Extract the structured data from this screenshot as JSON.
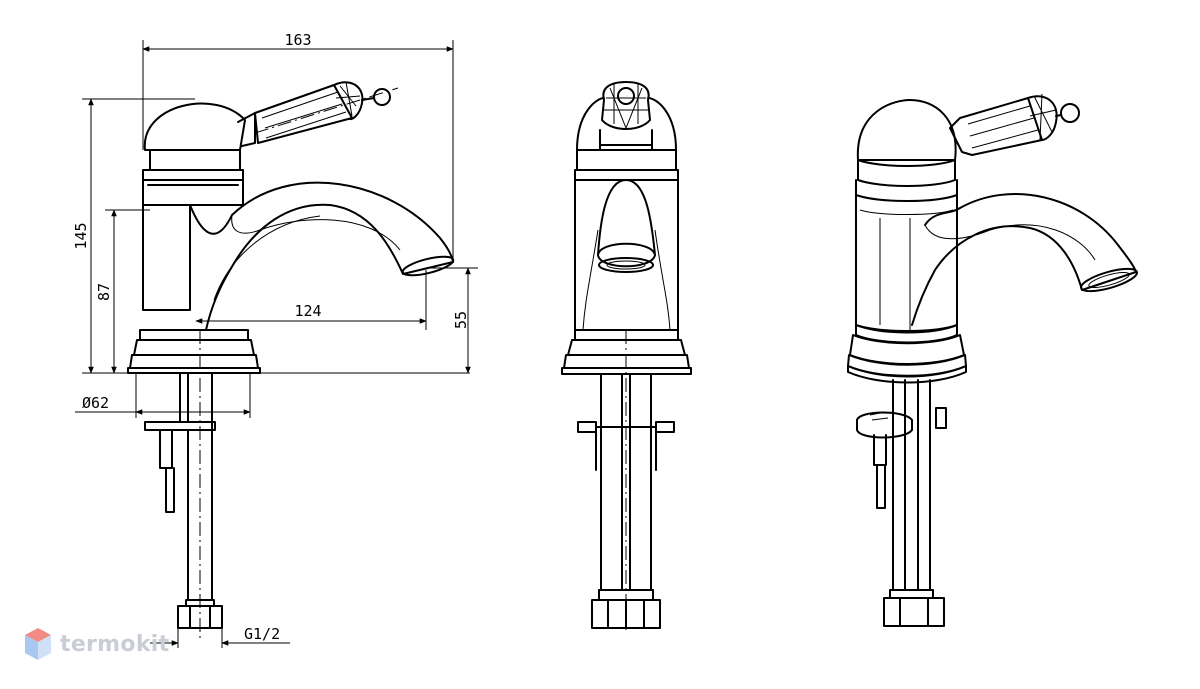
{
  "dimensions": {
    "overall_length": "163",
    "overall_height": "145",
    "spout_height": "87",
    "spout_reach": "124",
    "outlet_height": "55",
    "base_diameter": "Ø62",
    "connection_thread": "G1/2"
  },
  "views": [
    "side-view",
    "front-view",
    "perspective-view"
  ],
  "watermark": {
    "text": "termokit"
  },
  "colors": {
    "line": "#000000",
    "logo_text": "#c9cdd6",
    "logo_top": "#f28b82",
    "logo_side": "#a8c8f0"
  }
}
